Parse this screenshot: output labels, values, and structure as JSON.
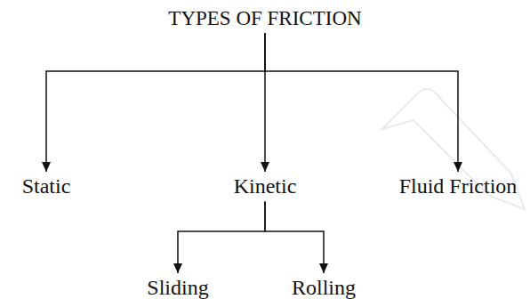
{
  "diagram": {
    "nodes": [
      {
        "text": [
          "TYPES OF FRICTION"
        ]
      },
      {
        "text": [
          "Static"
        ]
      },
      {
        "text": [
          "Kinetic"
        ]
      },
      {
        "text": [
          "Fluid Friction"
        ]
      },
      {
        "text": [
          "Sliding"
        ]
      },
      {
        "text": [
          "Rolling"
        ]
      }
    ],
    "edges": [
      {
        "from": 0,
        "to": 1,
        "arrow": "to"
      },
      {
        "from": 0,
        "to": 2,
        "arrow": "to"
      },
      {
        "from": 0,
        "to": 3,
        "arrow": "to"
      },
      {
        "from": 2,
        "to": 4,
        "arrow": "to"
      },
      {
        "from": 2,
        "to": 5,
        "arrow": "to"
      }
    ]
  }
}
